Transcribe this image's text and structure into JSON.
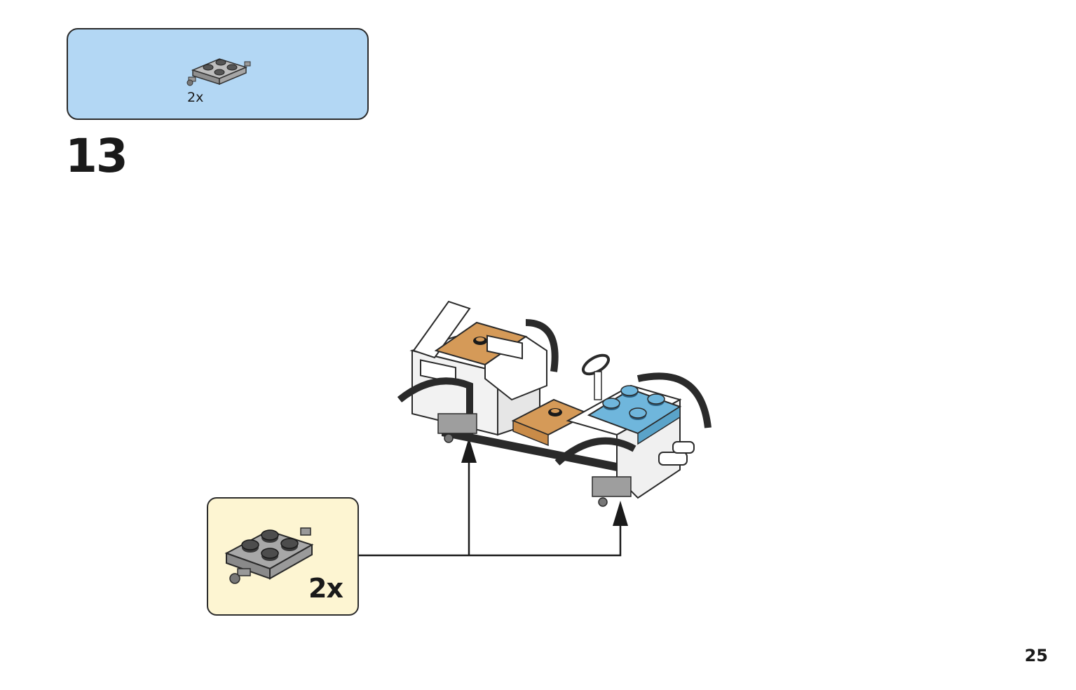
{
  "step": {
    "number": "13"
  },
  "parts_list": {
    "items": [
      {
        "icon": "gray-plate-with-wheel-holder-icon",
        "qty_label": "2x"
      }
    ]
  },
  "subassembly": {
    "icon": "gray-plate-with-wheel-holder-icon",
    "qty_label": "2x"
  },
  "page": {
    "number": "25"
  },
  "colors": {
    "parts_callout_bg": "#b3d7f4",
    "subassembly_callout_bg": "#fdf5d2",
    "brick_gray": "#9e9e9e",
    "brick_white": "#ffffff",
    "brick_tan": "#d59a58",
    "brick_blue": "#6fb6dc",
    "fender_black": "#2a2a2a"
  }
}
